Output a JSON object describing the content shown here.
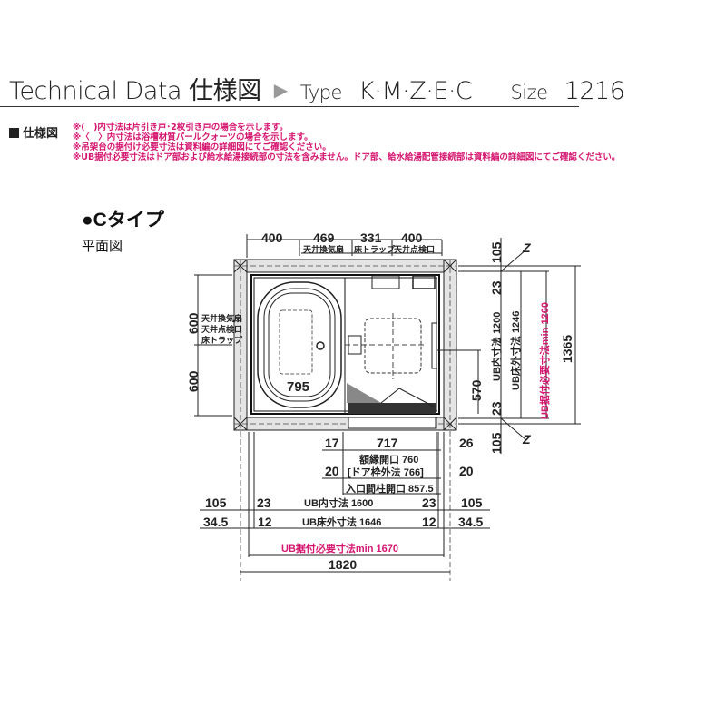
{
  "header": {
    "title_en": "Technical Data",
    "title_jp": "仕様図",
    "arrow_icon": "▶",
    "type_label": "Type",
    "type_value": "K·M·Z·E·C",
    "size_label": "Size",
    "size_value": "1216"
  },
  "spec": {
    "label": "仕様図",
    "notes": [
      "※(　)内寸法は片引き戸･2枚引き戸の場合を示します。",
      "※〈　〉内寸法は浴槽材質パールクォーツの場合を示します。",
      "※吊架台の据付け必要寸法は資料編の詳細図にてご確認ください。",
      "※UB据付必要寸法はドア部および給水給湯接続部の寸法を含みません。ドア部、給水給湯配管接続部は資料編の詳細図にてご確認ください。"
    ]
  },
  "section": {
    "title": "●Cタイプ",
    "subtitle": "平面図"
  },
  "drawing": {
    "top_dims": [
      "400",
      "469",
      "331",
      "400"
    ],
    "top_labels": [
      "天井換気扇",
      "床トラップ",
      "天井点検口"
    ],
    "left_dims": [
      "600",
      "600"
    ],
    "left_labels": [
      "天井換気扇",
      "天井点検口",
      "床トラップ"
    ],
    "tub_width": "795",
    "right_dims": {
      "top_105": "105",
      "top_23": "23",
      "inner": "UB内寸法 1200",
      "floor_outer": "UB床外寸法 1246",
      "install_min": "UB据付必要寸法min 1260",
      "total": "1365",
      "dim_570": "570",
      "bottom_23": "23",
      "bottom_105": "105",
      "z_mark": "Z"
    },
    "door_dims": {
      "left_17": "17",
      "opening_717": "717",
      "right_26": "26",
      "frame_opening": "額縁開口 760",
      "door_frame_outer": "[ドア枠外法 766]",
      "left_20": "20",
      "right_20": "20",
      "entrance_opening": "入口間柱開口 857.5"
    },
    "bottom_dims": {
      "left_105": "105",
      "left_23": "23",
      "inner": "UB内寸法 1600",
      "right_23": "23",
      "right_105": "105",
      "left_34_5": "34.5",
      "left_12": "12",
      "floor_outer": "UB床外寸法 1646",
      "right_12": "12",
      "right_34_5": "34.5",
      "install_min": "UB据付必要寸法min 1670",
      "total": "1820"
    }
  },
  "colors": {
    "accent_pink": "#d6156f",
    "line": "#222222",
    "wall_fill": "#e4e4e4"
  }
}
